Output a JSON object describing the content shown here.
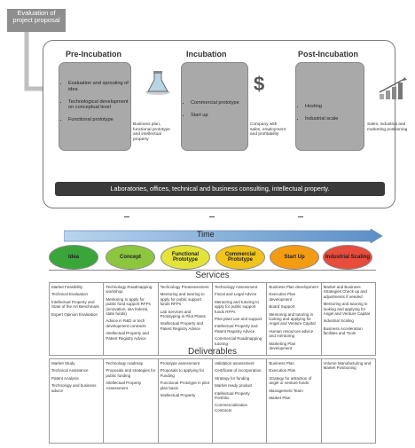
{
  "eval_box": {
    "text": "Evaluation of project proposal"
  },
  "stages": [
    {
      "title": "Pre-Incubation",
      "items": [
        "Evaluation and sprouting of idea",
        "Technological development on conceptual level",
        "Functional prototype"
      ]
    },
    {
      "title": "Incubation",
      "items": [
        "Commercial prototype",
        "Start up"
      ]
    },
    {
      "title": "Post-Incubation",
      "items": [
        "Hosting",
        "Industrial scale"
      ]
    }
  ],
  "arrow_labels": {
    "a1": "Business plan, functional prototype and intellectual property",
    "a2": "Company with sales, employment and profitability",
    "a3": "Sales, industrial and marketing positioning"
  },
  "dollar_icon": "$",
  "lab_bar": "Laboratories, offices, technical and business consulting, intellectual property.",
  "time_label": "Time",
  "phases": [
    {
      "label": "Idea",
      "color": "#3aa63a"
    },
    {
      "label": "Concept",
      "color": "#8cc63f"
    },
    {
      "label": "Functional Prototype",
      "color": "#e3e33a"
    },
    {
      "label": "Commercial Prototype",
      "color": "#f0c419"
    },
    {
      "label": "Start Up",
      "color": "#f39c12"
    },
    {
      "label": "Industrial Scaling",
      "color": "#e74c3c"
    }
  ],
  "services_title": "Services",
  "services": [
    [
      "Market Feasibility",
      "Technical Evaluation",
      "Intellectual Property and State of the Art Benchmark",
      "Expert Opinion Evaluation"
    ],
    [
      "Technology Roadmapping workshop",
      "Mentoring to apply for public fund support RFPs (innovation, I&A federal, state funds)",
      "Advice in R&D or tech development contracts",
      "Intellectual Property and Patent Registry Advice"
    ],
    [
      "Technology Preassessment",
      "Mentoring and tutoring to apply for public support funds RFPs",
      "Lab Services and Prototyping in Pilot Plants",
      "Intellectual Property and Patent Registry Advice"
    ],
    [
      "Technology Assessment",
      "Fiscal and Legal Advice",
      "Mentoring and tutoring to apply for public support funds RFPs",
      "Pilot plant use and support",
      "Intellectual Property and Patent Registry Advice",
      "Commercial Roadmapping tutoring"
    ],
    [
      "Business Plan development",
      "Executive Plan development",
      "Board Support",
      "Mentoring and tutoring in looking and applying for Angel and Venture Capital",
      "Human resources advice and mentoring",
      "Marketing Plan development"
    ],
    [
      "Market and Business Strategies Check up and adjustments if needed",
      "Mentoring and tutoring in looking and applying for Angel and Venture Capital",
      "Industrial Scaling",
      "Business Acceleration facilities and Tools"
    ]
  ],
  "deliverables_title": "Deliverables",
  "deliverables": [
    [
      "Market Study",
      "Technical Assistance",
      "Patent Analysis",
      "Technology and business advice"
    ],
    [
      "Technology roadmap",
      "Proposals and strategies for public funding",
      "Intellectual Property Assessment"
    ],
    [
      "Prototype assessment",
      "Proposals to applying for Funding",
      "Functional Prototype in pilot plan basis",
      "Intellectual Property"
    ],
    [
      "Validation assessment",
      "Certificate of incorporation",
      "Strategy for funding",
      "Market ready product",
      "Intellectual Property Portfolio",
      "Commercialization Contracts"
    ],
    [
      "Business Plan",
      "Execution Plan",
      "Strategy for attraction of angel or venture funds",
      "Management Team",
      "Market Plan"
    ],
    [
      "Volume Manufacturing and Market Positioning"
    ]
  ]
}
